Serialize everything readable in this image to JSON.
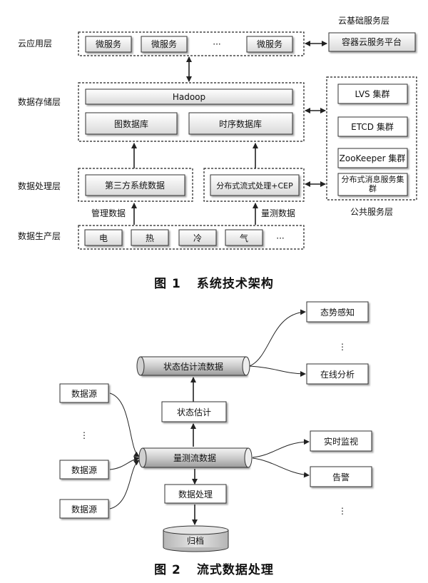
{
  "fig1": {
    "caption_num": "图 1",
    "caption_text": "系统技术架构",
    "layers": {
      "cloud_app": "云应用层",
      "storage": "数据存储层",
      "processing": "数据处理层",
      "production": "数据生产层"
    },
    "cloud_base_label": "云基础服务层",
    "container_platform": "容器云服务平台",
    "microservice": "微服务",
    "ellipsis": "···",
    "hadoop": "Hadoop",
    "graph_db": "图数据库",
    "timeseries_db": "时序数据库",
    "third_party": "第三方系统数据",
    "stream_cep": "分布式流式处理+CEP",
    "public_services": [
      "LVS 集群",
      "ETCD 集群",
      "ZooKeeper 集群",
      "分布式消息服务集群"
    ],
    "public_label": "公共服务层",
    "mgmt_data": "管理数据",
    "measure_data": "量测数据",
    "sources": [
      "电",
      "热",
      "冷",
      "气"
    ]
  },
  "fig2": {
    "caption_num": "图 2",
    "caption_text": "流式数据处理",
    "state_stream": "状态估计流数据",
    "state_est": "状态估计",
    "measure_stream": "量测流数据",
    "data_proc": "数据处理",
    "archive": "归档",
    "data_source": "数据源",
    "vdots": "⋮",
    "outputs_top": [
      "态势感知",
      "在线分析"
    ],
    "outputs_mid": [
      "实时监视",
      "告警"
    ]
  }
}
